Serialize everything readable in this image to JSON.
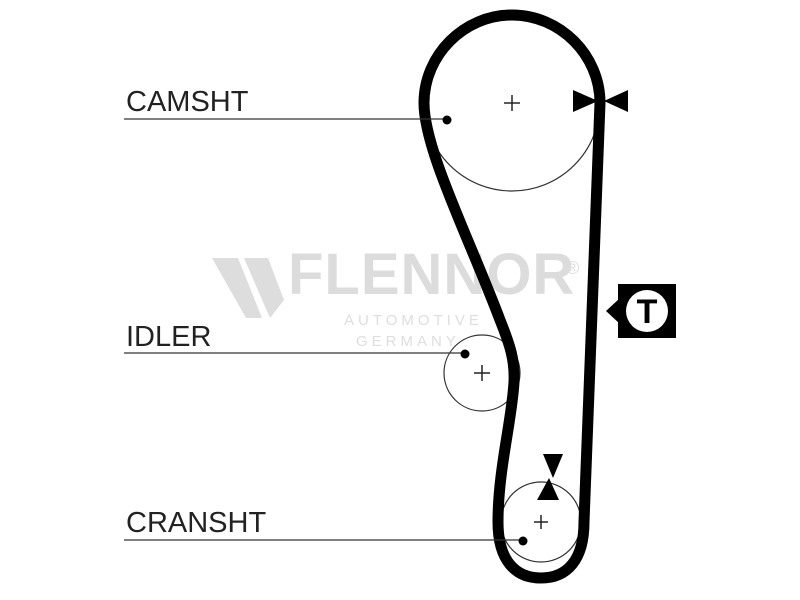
{
  "labels": {
    "camshaft": "CAMSHT",
    "idler": "IDLER",
    "crankshaft": "CRANSHT"
  },
  "watermark": {
    "brand": "FLENNOR",
    "registered": "®",
    "line1": "AUTOMOTIVE",
    "line2": "GERMANY"
  },
  "tensioner_mark": "T",
  "colors": {
    "belt": "#000000",
    "outline": "#333333",
    "watermark": "#dcdcdc"
  }
}
